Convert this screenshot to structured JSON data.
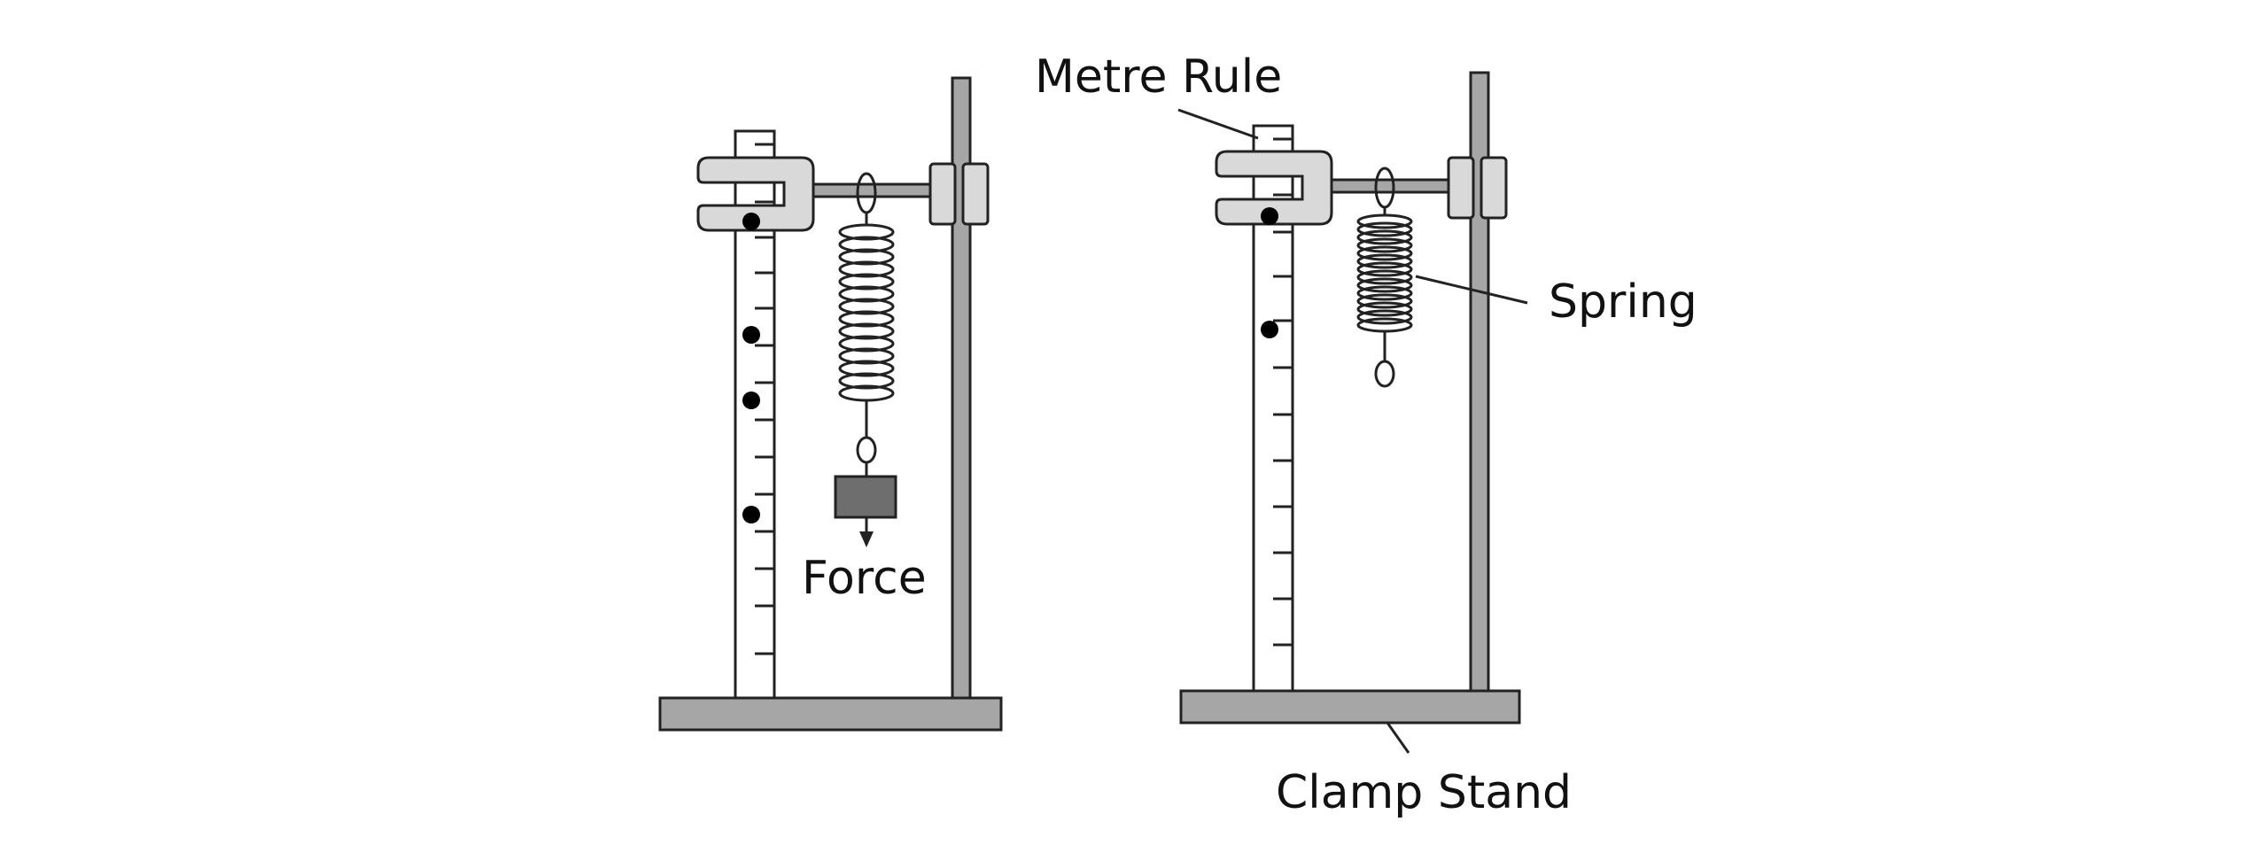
{
  "labels": {
    "metre_rule": "Metre Rule",
    "spring": "Spring",
    "force": "Force",
    "clamp_stand": "Clamp Stand"
  },
  "colors": {
    "outline": "#222222",
    "stand_gray": "#a6a6a6",
    "clamp_gray": "#d9d9d9",
    "mass_gray": "#6e6e6e",
    "marker": "#000000"
  }
}
